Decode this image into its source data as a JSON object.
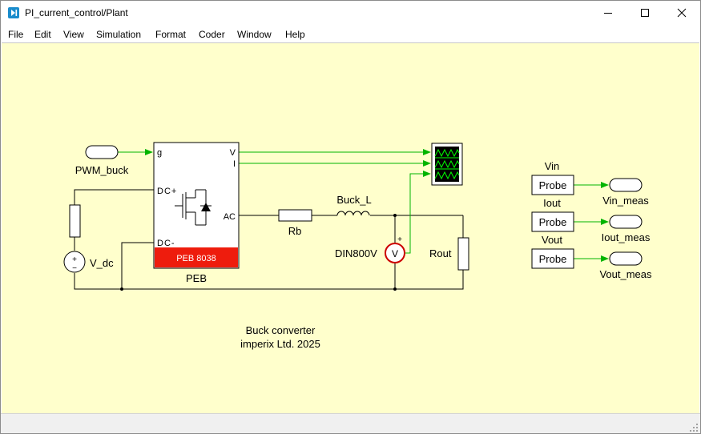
{
  "window": {
    "title": "PI_current_control/Plant",
    "controls": {
      "minimize": "minimize",
      "maximize": "maximize",
      "close": "close"
    }
  },
  "menu": [
    "File",
    "Edit",
    "View",
    "Simulation",
    "Format",
    "Coder",
    "Window",
    "Help"
  ],
  "diagram": {
    "pwm_port": "PWM_buck",
    "peb": {
      "name": "PEB",
      "model": "PEB 8038",
      "ports": {
        "g": "g",
        "v": "V",
        "i": "I",
        "dcp": "DC+",
        "dcm": "DC-",
        "ac": "AC"
      }
    },
    "vdc": {
      "name": "V_dc",
      "plus": "+",
      "minus": "−"
    },
    "rb": "Rb",
    "inductor": "Buck_L",
    "sensor": {
      "name": "DIN800V",
      "symbol": "V",
      "plus": "+"
    },
    "rout": "Rout",
    "probes": [
      {
        "signal": "Vin",
        "label": "Probe",
        "out": "Vin_meas"
      },
      {
        "signal": "Iout",
        "label": "Probe",
        "out": "Iout_meas"
      },
      {
        "signal": "Vout",
        "label": "Probe",
        "out": "Vout_meas"
      }
    ],
    "annotation": {
      "line1": "Buck converter",
      "line2": "imperix Ltd. 2025"
    }
  },
  "colors": {
    "canvas": "#ffffcc",
    "wire": "#000000",
    "signal": "#00b400",
    "peb_badge": "#ee1c0d",
    "sensor_ring": "#cc0000",
    "scope_bg": "#000000",
    "scope_trace": "#00ff00"
  }
}
